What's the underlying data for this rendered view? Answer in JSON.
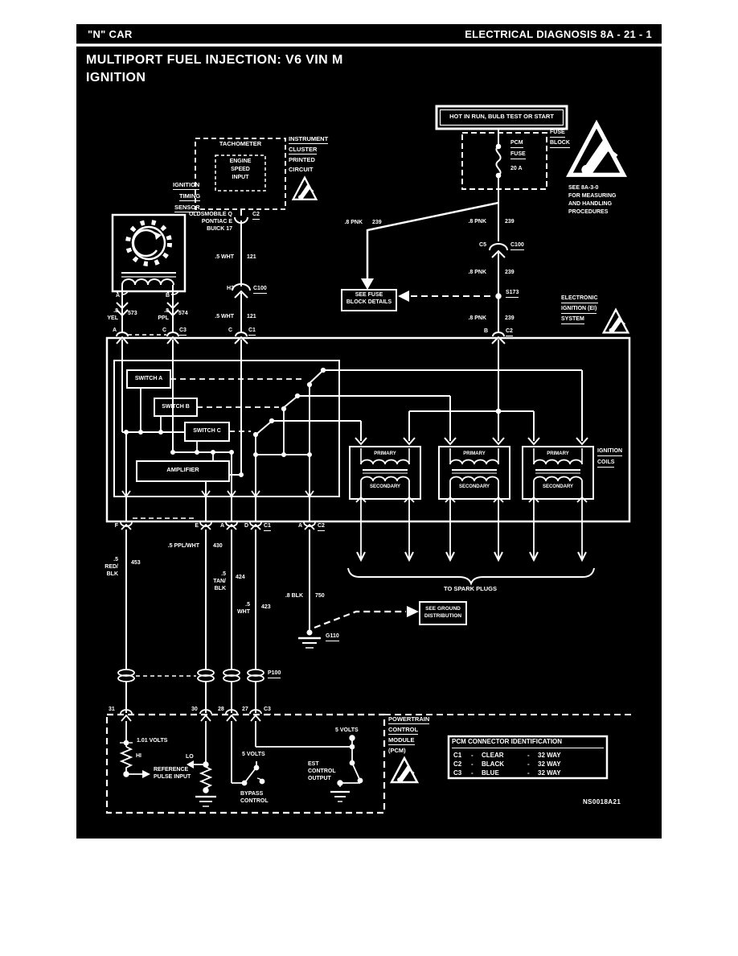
{
  "header": {
    "left": "\"N\" CAR",
    "right": "ELECTRICAL DIAGNOSIS  8A - 21 - 1"
  },
  "title": {
    "line1": "MULTIPORT FUEL INJECTION: V6 VIN M",
    "line2": "IGNITION"
  },
  "drawing_number": "NS0018A21",
  "colors": {
    "background": "#000000",
    "foreground": "#ffffff"
  },
  "power": {
    "hot": "HOT IN RUN, BULB TEST OR START",
    "fuse": {
      "name": "PCM",
      "type": "FUSE",
      "rating": "20 A"
    },
    "fuse_block": [
      "FUSE",
      "BLOCK"
    ]
  },
  "esd": {
    "note": [
      "SEE 8A-3-0",
      "FOR MEASURING",
      "AND HANDLING",
      "PROCEDURES"
    ]
  },
  "cluster": {
    "tachometer": "TACHOMETER",
    "engine_speed_input": [
      "ENGINE",
      "SPEED",
      "INPUT"
    ],
    "side": [
      "INSTRUMENT",
      "CLUSTER",
      "PRINTED",
      "CIRCUIT"
    ],
    "makes": [
      "OLDSMOBILE Q",
      "PONTIAC E",
      "BUICK 17"
    ],
    "connector": "C2"
  },
  "sensor": {
    "label": [
      "IGNITION",
      "TIMING",
      "SENSOR"
    ],
    "term_a": "A",
    "term_b": "B"
  },
  "wires": {
    "yel": {
      "g": ".8",
      "c": "YEL",
      "n": "573"
    },
    "ppl": {
      "g": ".8",
      "c": "PPL",
      "n": "574"
    },
    "wht121": {
      "gc": ".5 WHT",
      "n": "121"
    },
    "pnk": {
      "gc": ".8 PNK",
      "n": "239"
    },
    "pplwht": {
      "gc": ".5 PPL/WHT",
      "n": "430"
    },
    "redblk": {
      "g": ".5",
      "c1": "RED/",
      "c2": "BLK",
      "n": "453"
    },
    "tanblk": {
      "g": ".5",
      "c1": "TAN/",
      "c2": "BLK",
      "n": "424"
    },
    "wht423": {
      "g": ".5",
      "c": "WHT",
      "n": "423"
    },
    "blk750": {
      "gc": ".8 BLK",
      "n": "750"
    }
  },
  "connectors": {
    "c100": "C100",
    "c5": "C5",
    "h3": "H3",
    "s173": "S173",
    "c1": "C1",
    "c2": "C2",
    "c3": "C3",
    "g110": "G110",
    "p100": "P100",
    "a": "A",
    "b": "B",
    "c": "C"
  },
  "notes": {
    "see_fuse": [
      "SEE FUSE",
      "BLOCK DETAILS"
    ],
    "see_ground": [
      "SEE GROUND",
      "DISTRIBUTION"
    ]
  },
  "ei": {
    "label": [
      "ELECTRONIC",
      "IGNITION (EI)",
      "SYSTEM"
    ],
    "switch_a": "SWITCH A",
    "switch_b": "SWITCH B",
    "switch_c": "SWITCH C",
    "amplifier": "AMPLIFIER",
    "coils_label": [
      "IGNITION",
      "COILS"
    ],
    "primary": "PRIMARY",
    "secondary": "SECONDARY",
    "to_spark_plugs": "TO SPARK PLUGS",
    "bottom_terms": {
      "f": "F",
      "e": "E",
      "a1": "A",
      "d": "D",
      "a2": "A"
    }
  },
  "pcm": {
    "label": [
      "POWERTRAIN",
      "CONTROL",
      "MODULE",
      "(PCM)"
    ],
    "terminals": [
      "31",
      "30",
      "28",
      "27"
    ],
    "ref_volts": "1.01 VOLTS",
    "hi": "HI",
    "lo": "LO",
    "ref_input": [
      "REFERENCE",
      "PULSE INPUT"
    ],
    "volts5_bypass": "5 VOLTS",
    "bypass": [
      "BYPASS",
      "CONTROL"
    ],
    "volts5_est": "5 VOLTS",
    "est": [
      "EST",
      "CONTROL",
      "OUTPUT"
    ]
  },
  "connector_id": {
    "title": "PCM CONNECTOR IDENTIFICATION",
    "rows": [
      {
        "id": "C1",
        "d1": "-",
        "color": "CLEAR",
        "d2": "-",
        "way": "32 WAY"
      },
      {
        "id": "C2",
        "d1": "-",
        "color": "BLACK",
        "d2": "-",
        "way": "32 WAY"
      },
      {
        "id": "C3",
        "d1": "-",
        "color": "BLUE",
        "d2": "-",
        "way": "32 WAY"
      }
    ]
  }
}
